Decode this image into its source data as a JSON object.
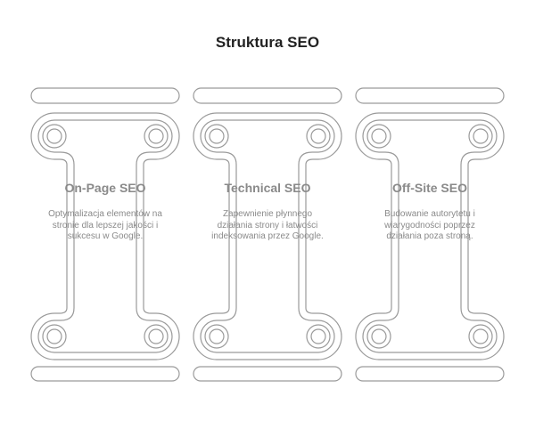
{
  "title": "Struktura SEO",
  "colors": {
    "outline": "#9a9a9a",
    "text": "#8a8a8a",
    "title": "#222222"
  },
  "pillars": [
    {
      "heading": "On-Page SEO",
      "description": "Optymalizacja elementów na stronie dla lepszej jakości i sukcesu w Google."
    },
    {
      "heading": "Technical SEO",
      "description": "Zapewnienie płynnego działania strony i łatwości indeksowania przez Google."
    },
    {
      "heading": "Off-Site SEO",
      "description": "Budowanie autorytetu i wiarygodności poprzez działania poza stroną."
    }
  ]
}
